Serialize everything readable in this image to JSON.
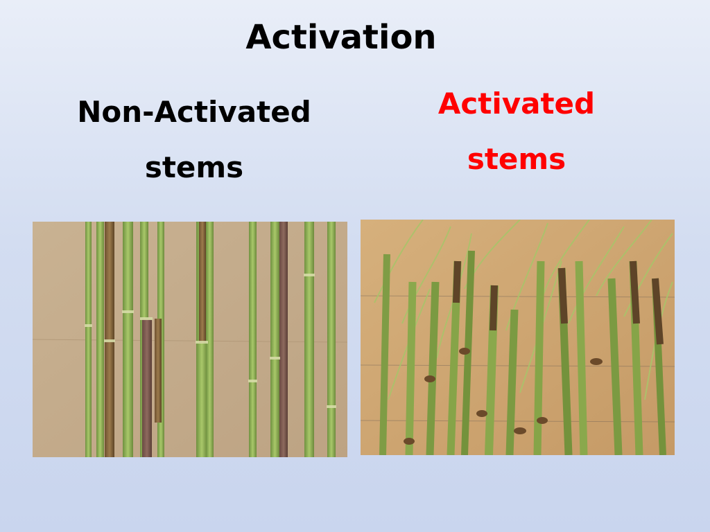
{
  "slide": {
    "title": "Activation"
  },
  "left_panel": {
    "caption_line1": "Non-Activated",
    "caption_line2": "stems",
    "image_subject": "non-activated-stems-photo"
  },
  "right_panel": {
    "caption_line1": "Activated",
    "caption_line2": "stems",
    "image_subject": "activated-stems-photo"
  },
  "colors": {
    "title": "#000000",
    "left_caption": "#000000",
    "right_caption": "#ff0000",
    "cardboard_left": "#c4ab8b",
    "cardboard_right": "#cfa777",
    "stem_green": "#8cb04f"
  }
}
